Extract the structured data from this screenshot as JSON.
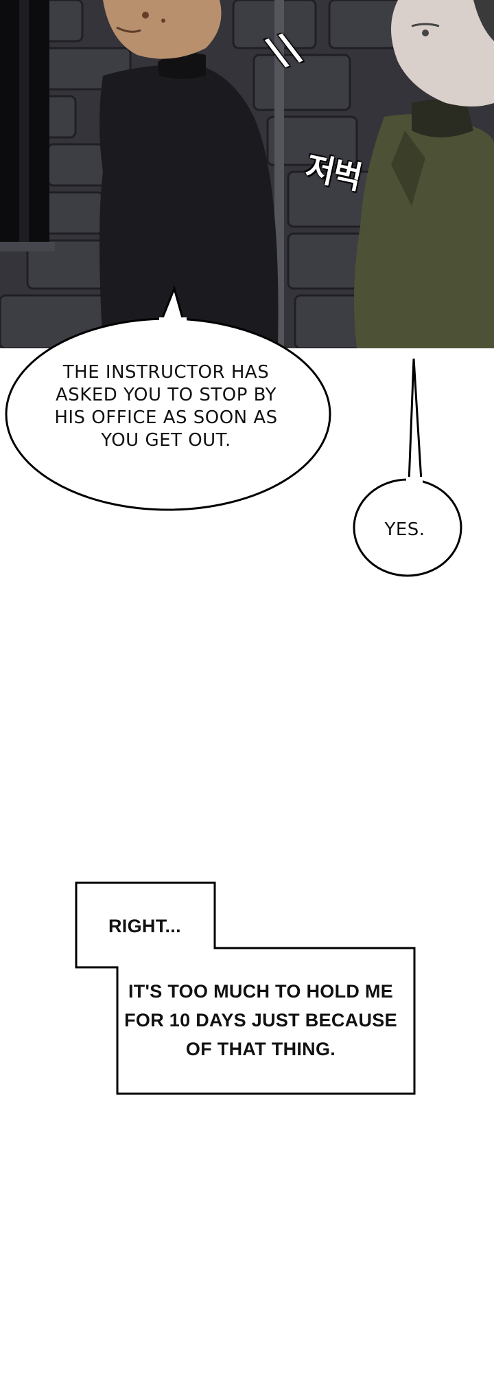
{
  "scene": {
    "sfx_top": "\\\\",
    "sfx_korean": "저벅"
  },
  "dialogue": {
    "instructor_bubble": "THE INSTRUCTOR HAS ASKED YOU TO STOP BY HIS OFFICE AS SOON AS YOU GET OUT.",
    "reply_bubble": "YES."
  },
  "narration": {
    "line1": "RIGHT...",
    "line2": "IT'S TOO MUCH TO HOLD ME FOR 10 DAYS JUST BECAUSE OF THAT THING."
  },
  "colors": {
    "wall": "#34343a",
    "shirt_black": "#1b1b1f",
    "jacket_green": "#4d5237",
    "bubble_stroke": "#000000"
  }
}
